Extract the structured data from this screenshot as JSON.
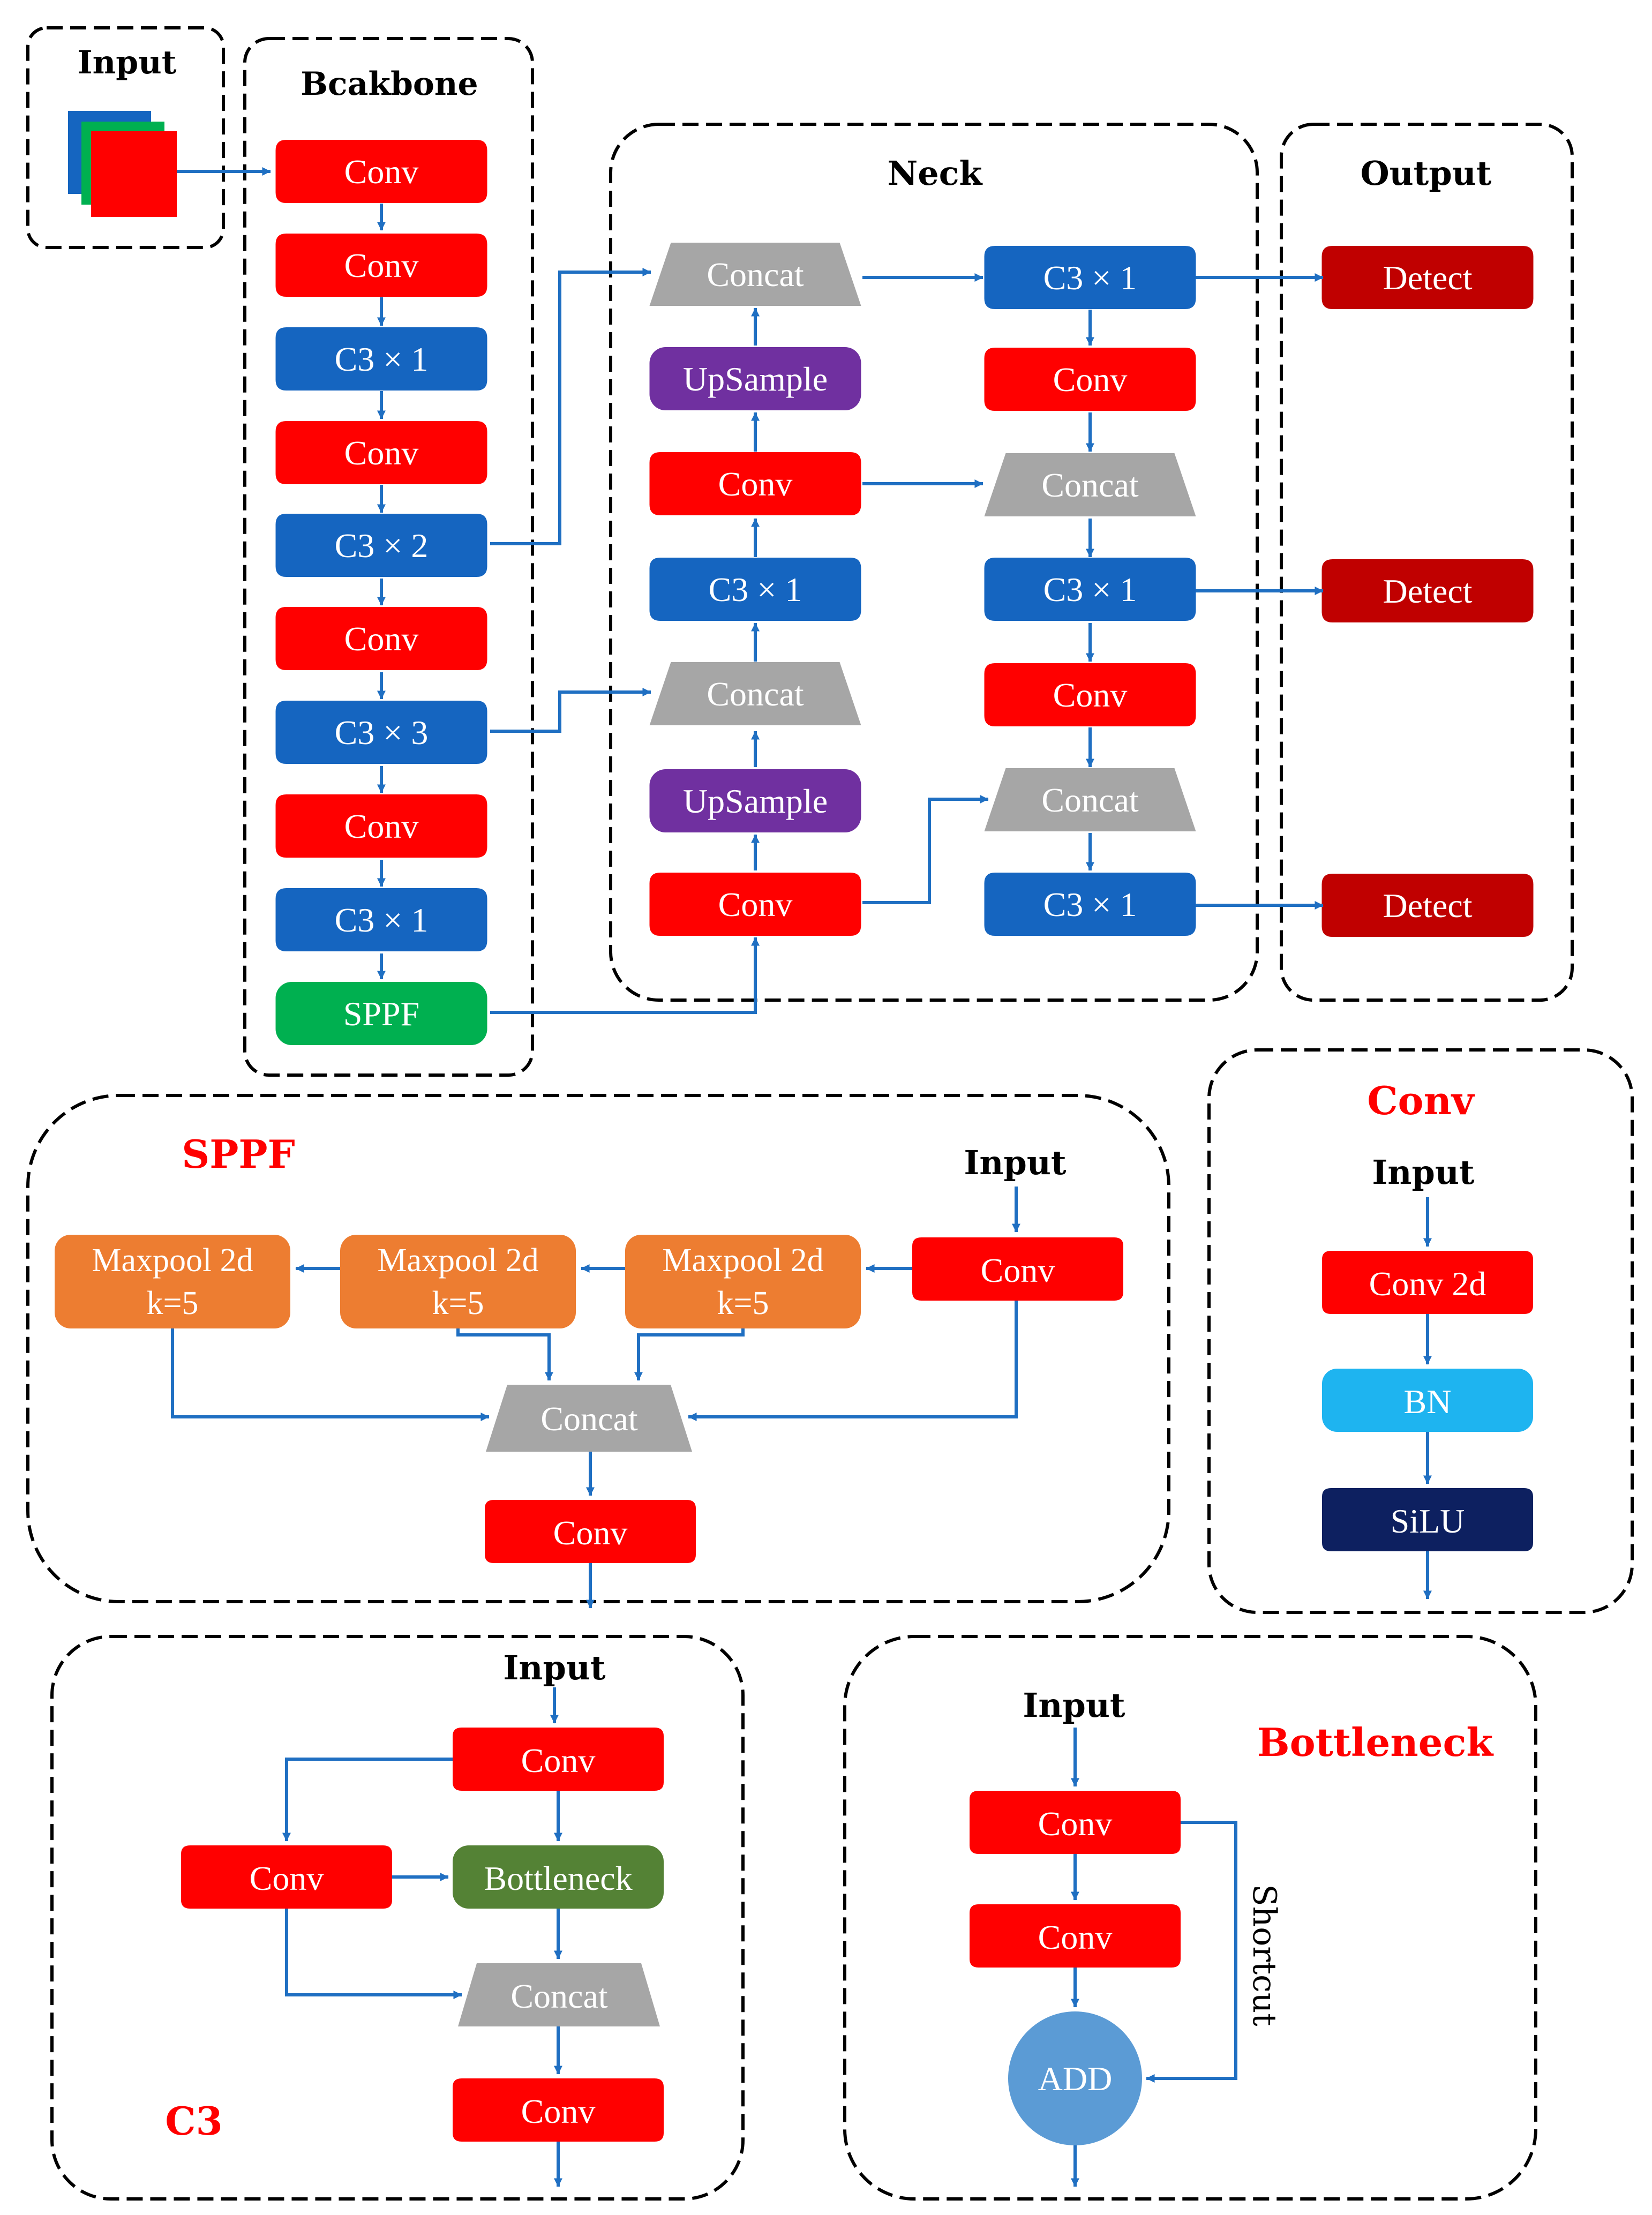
{
  "colors": {
    "conv": "#ff0000",
    "c3": "#1565c0",
    "concat": "#a6a6a6",
    "upsample": "#7030a0",
    "sppf": "#00b050",
    "detect": "#c00000",
    "maxpool": "#ed7d31",
    "bottleneck": "#548235",
    "bn": "#1eb4f0",
    "silu": "#0d2060",
    "add": "#5b9bd5",
    "arrow": "#1f6fc2",
    "red_title": "#ff0000"
  },
  "input_panel": {
    "title": "Input"
  },
  "backbone": {
    "title": "Bcakbone",
    "blocks": [
      {
        "label": "Conv",
        "kind": "conv"
      },
      {
        "label": "Conv",
        "kind": "conv"
      },
      {
        "label": "C3 × 1",
        "kind": "c3"
      },
      {
        "label": "Conv",
        "kind": "conv"
      },
      {
        "label": "C3 × 2",
        "kind": "c3"
      },
      {
        "label": "Conv",
        "kind": "conv"
      },
      {
        "label": "C3 × 3",
        "kind": "c3"
      },
      {
        "label": "Conv",
        "kind": "conv"
      },
      {
        "label": "C3 × 1",
        "kind": "c3"
      },
      {
        "label": "SPPF",
        "kind": "sppf"
      }
    ]
  },
  "neck": {
    "title": "Neck",
    "left": [
      {
        "label": "Concat",
        "kind": "concat"
      },
      {
        "label": "UpSample",
        "kind": "upsample"
      },
      {
        "label": "Conv",
        "kind": "conv"
      },
      {
        "label": "C3 × 1",
        "kind": "c3"
      },
      {
        "label": "Concat",
        "kind": "concat"
      },
      {
        "label": "UpSample",
        "kind": "upsample"
      },
      {
        "label": "Conv",
        "kind": "conv"
      }
    ],
    "right": [
      {
        "label": "C3 × 1",
        "kind": "c3"
      },
      {
        "label": "Conv",
        "kind": "conv"
      },
      {
        "label": "Concat",
        "kind": "concat"
      },
      {
        "label": "C3 × 1",
        "kind": "c3"
      },
      {
        "label": "Conv",
        "kind": "conv"
      },
      {
        "label": "Concat",
        "kind": "concat"
      },
      {
        "label": "C3 × 1",
        "kind": "c3"
      }
    ]
  },
  "output": {
    "title": "Output",
    "blocks": [
      {
        "label": "Detect",
        "kind": "detect"
      },
      {
        "label": "Detect",
        "kind": "detect"
      },
      {
        "label": "Detect",
        "kind": "detect"
      }
    ]
  },
  "sppf_detail": {
    "title": "SPPF",
    "input_label": "Input",
    "conv_in": "Conv",
    "maxpools": [
      {
        "line1": "Maxpool 2d",
        "line2": "k=5"
      },
      {
        "line1": "Maxpool 2d",
        "line2": "k=5"
      },
      {
        "line1": "Maxpool 2d",
        "line2": "k=5"
      }
    ],
    "concat": "Concat",
    "conv_out": "Conv"
  },
  "conv_detail": {
    "title": "Conv",
    "input_label": "Input",
    "blocks": [
      {
        "label": "Conv 2d",
        "kind": "conv"
      },
      {
        "label": "BN",
        "kind": "bn"
      },
      {
        "label": "SiLU",
        "kind": "silu"
      }
    ]
  },
  "c3_detail": {
    "title": "C3",
    "input_label": "Input",
    "conv_top": "Conv",
    "conv_side": "Conv",
    "bottleneck": "Bottleneck",
    "concat": "Concat",
    "conv_out": "Conv"
  },
  "bottleneck_detail": {
    "title": "Bottleneck",
    "input_label": "Input",
    "conv1": "Conv",
    "conv2": "Conv",
    "add": "ADD",
    "shortcut": "Shortcut"
  }
}
